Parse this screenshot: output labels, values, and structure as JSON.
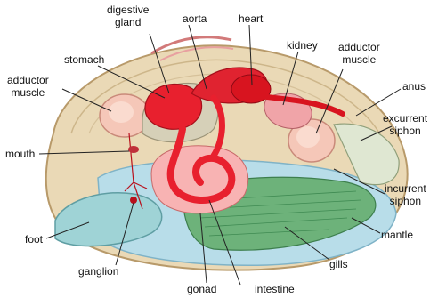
{
  "labels": {
    "digestive_gland": [
      "digestive",
      "gland"
    ],
    "aorta": "aorta",
    "heart": "heart",
    "kidney": "kidney",
    "adductor_muscle_right": [
      "adductor",
      "muscle"
    ],
    "stomach": "stomach",
    "adductor_muscle_left": [
      "adductor",
      "muscle"
    ],
    "anus": "anus",
    "excurrent_siphon": [
      "excurrent",
      "siphon"
    ],
    "mouth": "mouth",
    "incurrent_siphon": [
      "incurrent",
      "siphon"
    ],
    "foot": "foot",
    "mantle": "mantle",
    "ganglion": "ganglion",
    "gills": "gills",
    "gonad": "gonad",
    "intestine": "intestine"
  },
  "colors": {
    "organ_red": "#e8202e",
    "organ_dark": "#b8101c",
    "shell_tan": "#e7d6b4",
    "mantle_blue": "#a9d6e6",
    "gill_green": "#5aa86a",
    "muscle_pink": "#f4c2b4",
    "leader_line": "#222222"
  }
}
